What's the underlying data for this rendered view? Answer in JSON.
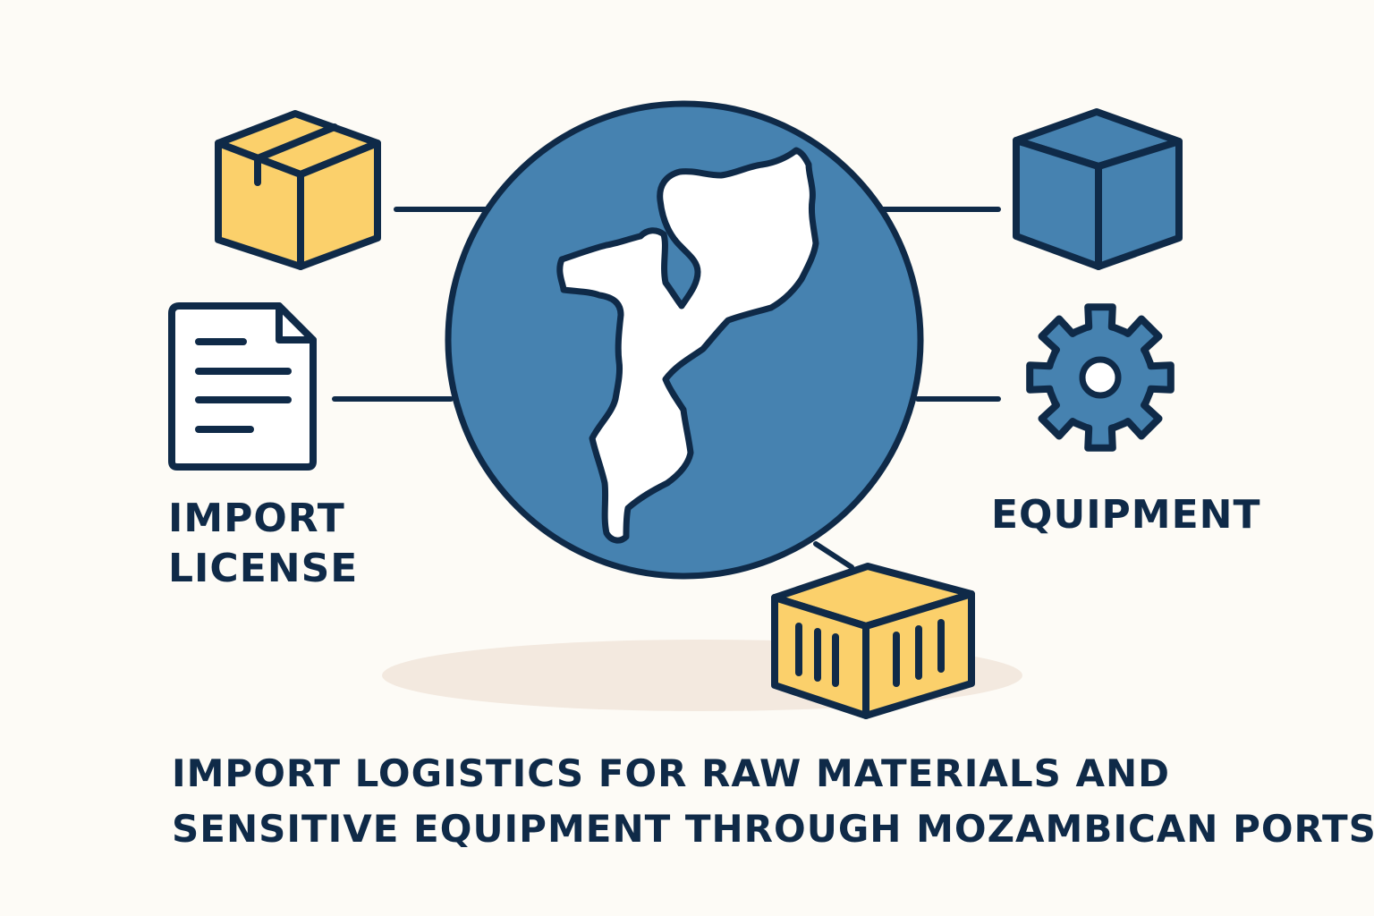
{
  "colors": {
    "background": "#fdfbf6",
    "ink": "#0f2a48",
    "globe_blue": "#4682b0",
    "box_yellow": "#fbd06b",
    "shadow": "#f3e9df",
    "white": "#ffffff"
  },
  "icons": {
    "cardboard_box": "cardboard-box-icon",
    "document": "document-icon",
    "globe": "globe-icon",
    "mozambique_map": "mozambique-map-icon",
    "blue_cube": "cube-icon",
    "gear": "gear-icon",
    "shipping_container": "shipping-container-icon"
  },
  "labels": {
    "import_license_line1": "IMPORT",
    "import_license_line2": "LICENSE",
    "equipment": "EQUIPMENT"
  },
  "caption": {
    "line1": "IMPORT LOGISTICS FOR RAW MATERIALS AND",
    "line2": "SENSITIVE EQUIPMENT THROUGH MOZAMBICAN PORTS"
  }
}
